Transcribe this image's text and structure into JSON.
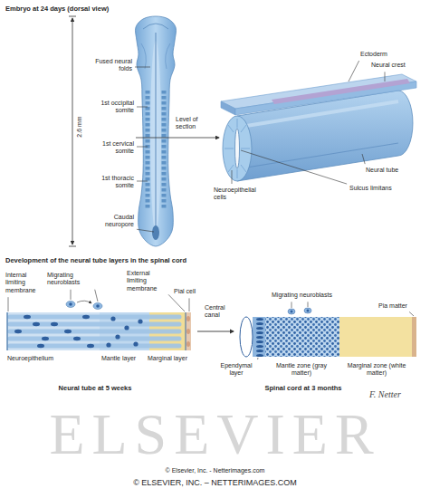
{
  "diagram": {
    "labels": [
      "Embryo at 24 days (dorsal view)",
      "Fused neural folds",
      "1st occipital somite",
      "1st cervical somite",
      "1st thoracic somite",
      "Caudal neuropore",
      "2.6 mm",
      "Level of section",
      "Ectoderm",
      "Neural crest",
      "Neuroepithelial cells",
      "Neural tube",
      "Sulcus limitans",
      "Development of the neural tube layers in the spinal cord",
      "Internal limiting membrane",
      "Migrating neuroblasts",
      "External limiting membrane",
      "Pial cell",
      "Neuroepithelium",
      "Mantle layer",
      "Marginal layer",
      "Neural tube at 5 weeks",
      "Central canal",
      "Migrating neuroblasts",
      "Pia matter",
      "Ependymal layer",
      "Mantle zone (gray matter)",
      "Marginal zone (white matter)",
      "Spinal cord at 3 months",
      "ELSEVIER",
      "F. Netter",
      "© Elsevier, Inc. - Netterimages.com",
      "© ELSEVIER, INC. – NETTERIMAGES.COM"
    ]
  }
}
